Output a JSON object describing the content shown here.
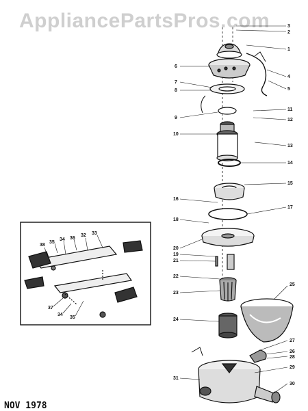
{
  "watermark": "AppliancePartsPros.com",
  "date_stamp": "NOV 1978",
  "callouts": [
    "3",
    "2",
    "1",
    "6",
    "4",
    "5",
    "7",
    "8",
    "9",
    "11",
    "12",
    "10",
    "13",
    "14",
    "15",
    "16",
    "17",
    "18",
    "20",
    "19",
    "21",
    "22",
    "23",
    "25",
    "24",
    "27",
    "26",
    "28",
    "29",
    "31",
    "30",
    "38",
    "35",
    "34",
    "36",
    "32",
    "33",
    "37",
    "34",
    "35"
  ]
}
